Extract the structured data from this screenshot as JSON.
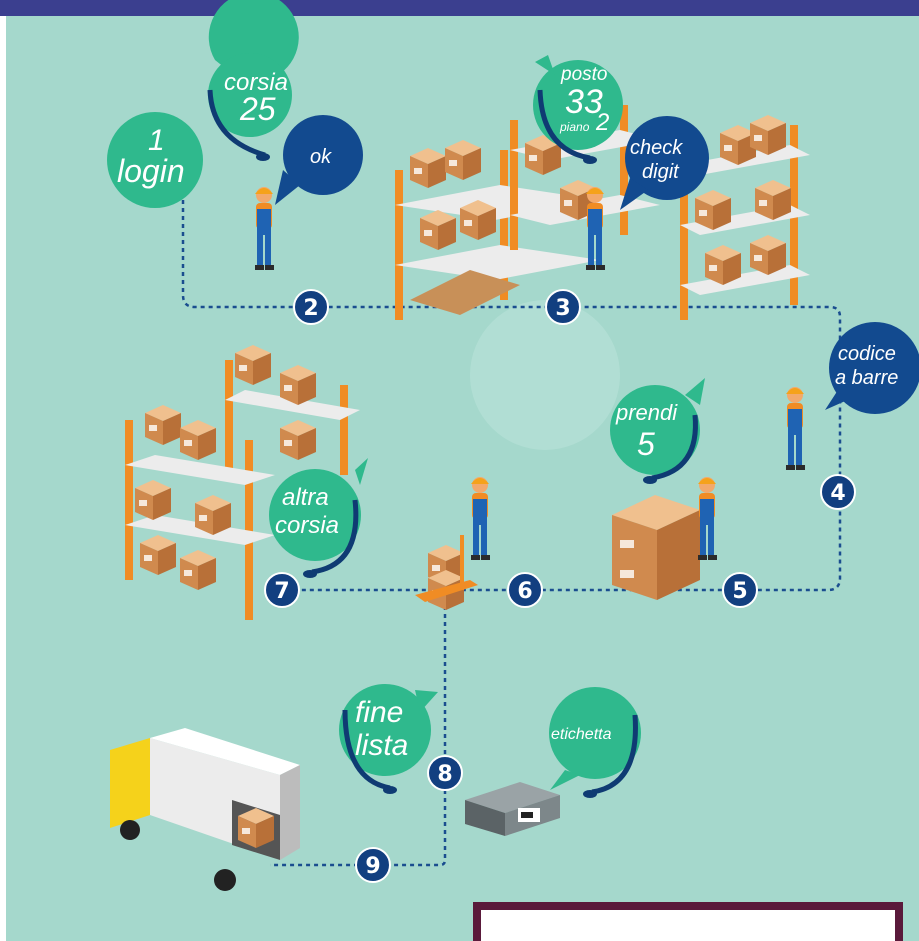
{
  "colors": {
    "background": "#a5d8cc",
    "top_bar": "#3b3f8f",
    "path": "#1a4d8f",
    "step_circle": "#123f80",
    "green_bubble": "#2fb98d",
    "blue_bubble": "#124a8f",
    "shelf": "#f08c24",
    "box": "#d9955a",
    "worker_suit": "#1f63b3",
    "frame_border": "#5a1a3b"
  },
  "steps": {
    "s2": "2",
    "s3": "3",
    "s4": "4",
    "s5": "5",
    "s6": "6",
    "s7": "7",
    "s8": "8",
    "s9": "9"
  },
  "bubbles": {
    "login": {
      "number": "1",
      "text": "login"
    },
    "corsia": {
      "line1": "corsia",
      "line2": "25"
    },
    "ok": {
      "text": "ok"
    },
    "posto": {
      "line1": "posto",
      "number": "33",
      "sub_label": "piano",
      "sub_value": "2"
    },
    "check_digit": {
      "line1": "check",
      "line2": "digit"
    },
    "codice": {
      "line1": "codice",
      "line2": "a barre"
    },
    "prendi": {
      "line1": "prendi",
      "line2": "5"
    },
    "altra_corsia": {
      "line1": "altra",
      "line2": "corsia"
    },
    "fine_lista": {
      "line1": "fine",
      "line2": "lista"
    },
    "etichetta": {
      "text": "etichetta"
    }
  },
  "icons": {
    "headset": "headset-icon",
    "worker": "worker-icon",
    "shelf": "warehouse-shelf-icon",
    "truck": "delivery-truck-icon",
    "printer": "label-printer-icon",
    "pallet_jack": "pallet-jack-icon"
  }
}
